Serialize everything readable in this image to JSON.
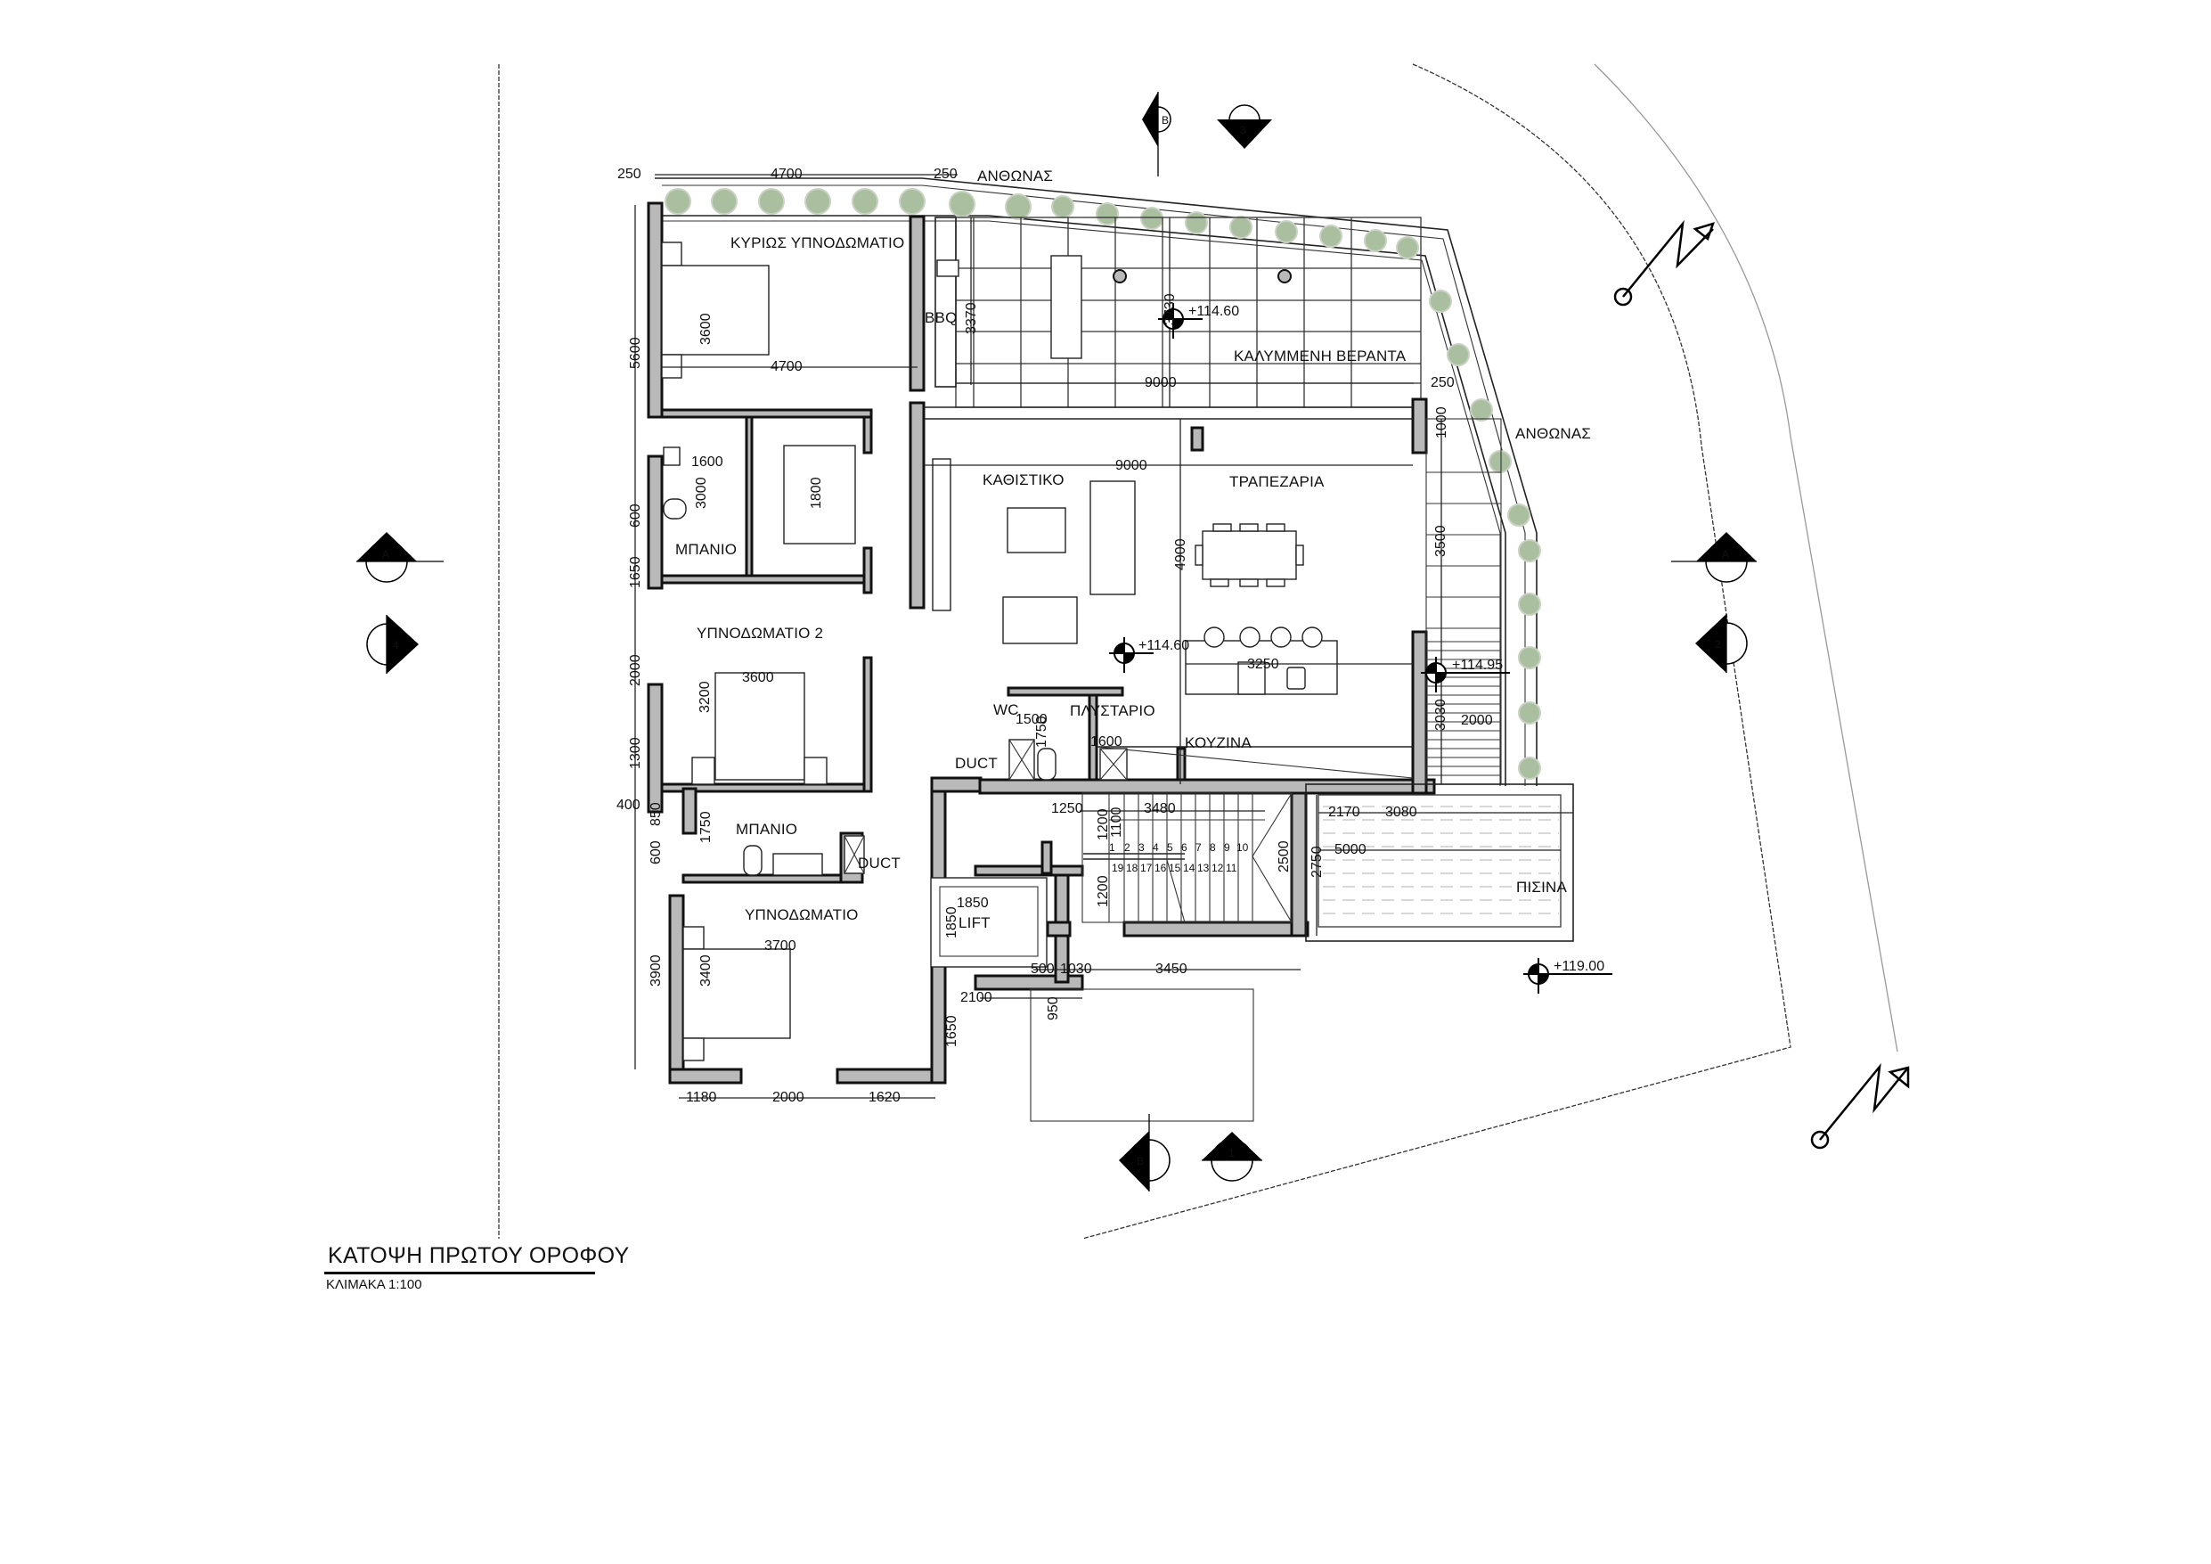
{
  "drawing": {
    "title": "ΚΑΤΟΨΗ ΠΡΩΤΟΥ ΟΡΟΦΟΥ",
    "scale": "ΚΛΙΜΑΚΑ 1:100"
  },
  "rooms": {
    "master_bedroom": "ΚΥΡΙΩΣ ΥΠΝΟΔΩΜΑΤΙΟ",
    "bbq": "BBQ",
    "covered_veranda": "ΚΑΛΥΜΜΕΝΗ ΒΕΡΑΝΤΑ",
    "planter_top": "ΑΝΘΩΝΑΣ",
    "planter_right": "ΑΝΘΩΝΑΣ",
    "living_room": "ΚΑΘΙΣΤΙΚΟ",
    "dining_room": "ΤΡΑΠΕΖΑΡΙΑ",
    "bathroom_1": "ΜΠΑΝΙΟ",
    "bedroom_2": "ΥΠΝΟΔΩΜΑΤΙΟ 2",
    "wc": "WC",
    "laundry": "ΠΛΥΣΤΑΡΙΟ",
    "kitchen": "ΚΟΥΖΙΝΑ",
    "duct_1": "DUCT",
    "bathroom_2": "ΜΠΑΝΙΟ",
    "duct_2": "DUCT",
    "bedroom_3": "ΥΠΝΟΔΩΜΑΤΙΟ",
    "lift": "LIFT",
    "pool": "ΠΙΣΙΝΑ"
  },
  "levels": {
    "veranda": "+114.60",
    "living": "+114.60",
    "terrace": "+114.95",
    "pool": "+119.00"
  },
  "section_markers": {
    "top_b": "B",
    "top_3": "3",
    "left_a": "A",
    "left_4": "4",
    "right_a": "A",
    "right_2": "2",
    "bottom_b": "B",
    "bottom_1": "1"
  },
  "dimensions": {
    "top_250_left": "250",
    "top_4700": "4700",
    "top_250_right": "250",
    "master_4700": "4700",
    "master_3600": "3600",
    "bbq_3370": "3370",
    "veranda_3730": "3730",
    "veranda_9000": "9000",
    "veranda_250": "250",
    "terrace_1000": "1000",
    "living_9000": "9000",
    "living_4900": "4900",
    "terrace_3500": "3500",
    "island_3250": "3250",
    "terrace_3030": "3030",
    "terrace_2000": "2000",
    "bath_1600": "1600",
    "bath_3000": "3000",
    "wardrobe_1800": "1800",
    "bed2_3600": "3600",
    "bed2_3200": "3200",
    "wc_1500": "1500",
    "wc_1750": "1750",
    "laundry_1600": "1600",
    "left_5600": "5600",
    "left_600_a": "600",
    "left_1650": "1650",
    "left_2000": "2000",
    "left_1300": "1300",
    "left_400": "400",
    "left_850": "850",
    "left_600_b": "600",
    "left_3900": "3900",
    "bath2_1750": "1750",
    "bed3_3700": "3700",
    "bed3_3400": "3400",
    "lift_1850_w": "1850",
    "lift_1850_h": "1850",
    "lift_2100": "2100",
    "lift_1650": "1650",
    "stair_1250": "1250",
    "stair_3480": "3480",
    "stair_1200_a": "1200",
    "stair_1100": "1100",
    "stair_1200_b": "1200",
    "stair_2500": "2500",
    "stair_500": "500",
    "stair_1030": "1030",
    "stair_3450": "3450",
    "stair_950": "950",
    "pool_2170": "2170",
    "pool_3080": "3080",
    "pool_5000": "5000",
    "pool_2750": "2750",
    "bottom_1180": "1180",
    "bottom_2000": "2000",
    "bottom_1620": "1620"
  },
  "stair_steps": {
    "upper": [
      "1",
      "2",
      "3",
      "4",
      "5",
      "6",
      "7",
      "8",
      "9",
      "10"
    ],
    "lower": [
      "19",
      "18",
      "17",
      "16",
      "15",
      "14",
      "13",
      "12",
      "11"
    ]
  },
  "colors": {
    "wall_fill": "#b9b9b9",
    "line": "#222222",
    "planter": "#a9bf9f"
  }
}
